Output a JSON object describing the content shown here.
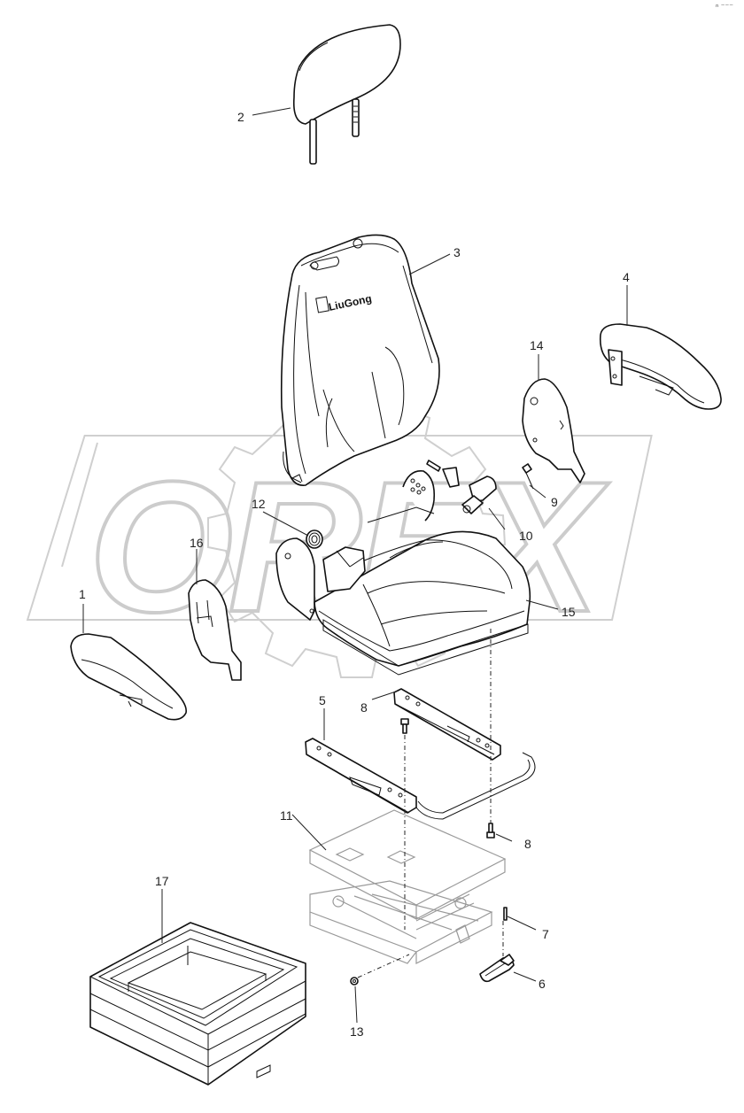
{
  "header_mark": "ⁿ ⁻⁻⁻",
  "watermark_text": "OREX",
  "backrest_brand": "LiuGong",
  "callouts": {
    "c1": "1",
    "c2": "2",
    "c3": "3",
    "c4": "4",
    "c5": "5",
    "c6": "6",
    "c7": "7",
    "c8a": "8",
    "c8b": "8",
    "c9": "9",
    "c10": "10",
    "c11": "11",
    "c12": "12",
    "c13": "13",
    "c14": "14",
    "c15": "15",
    "c16": "16",
    "c17": "17"
  }
}
